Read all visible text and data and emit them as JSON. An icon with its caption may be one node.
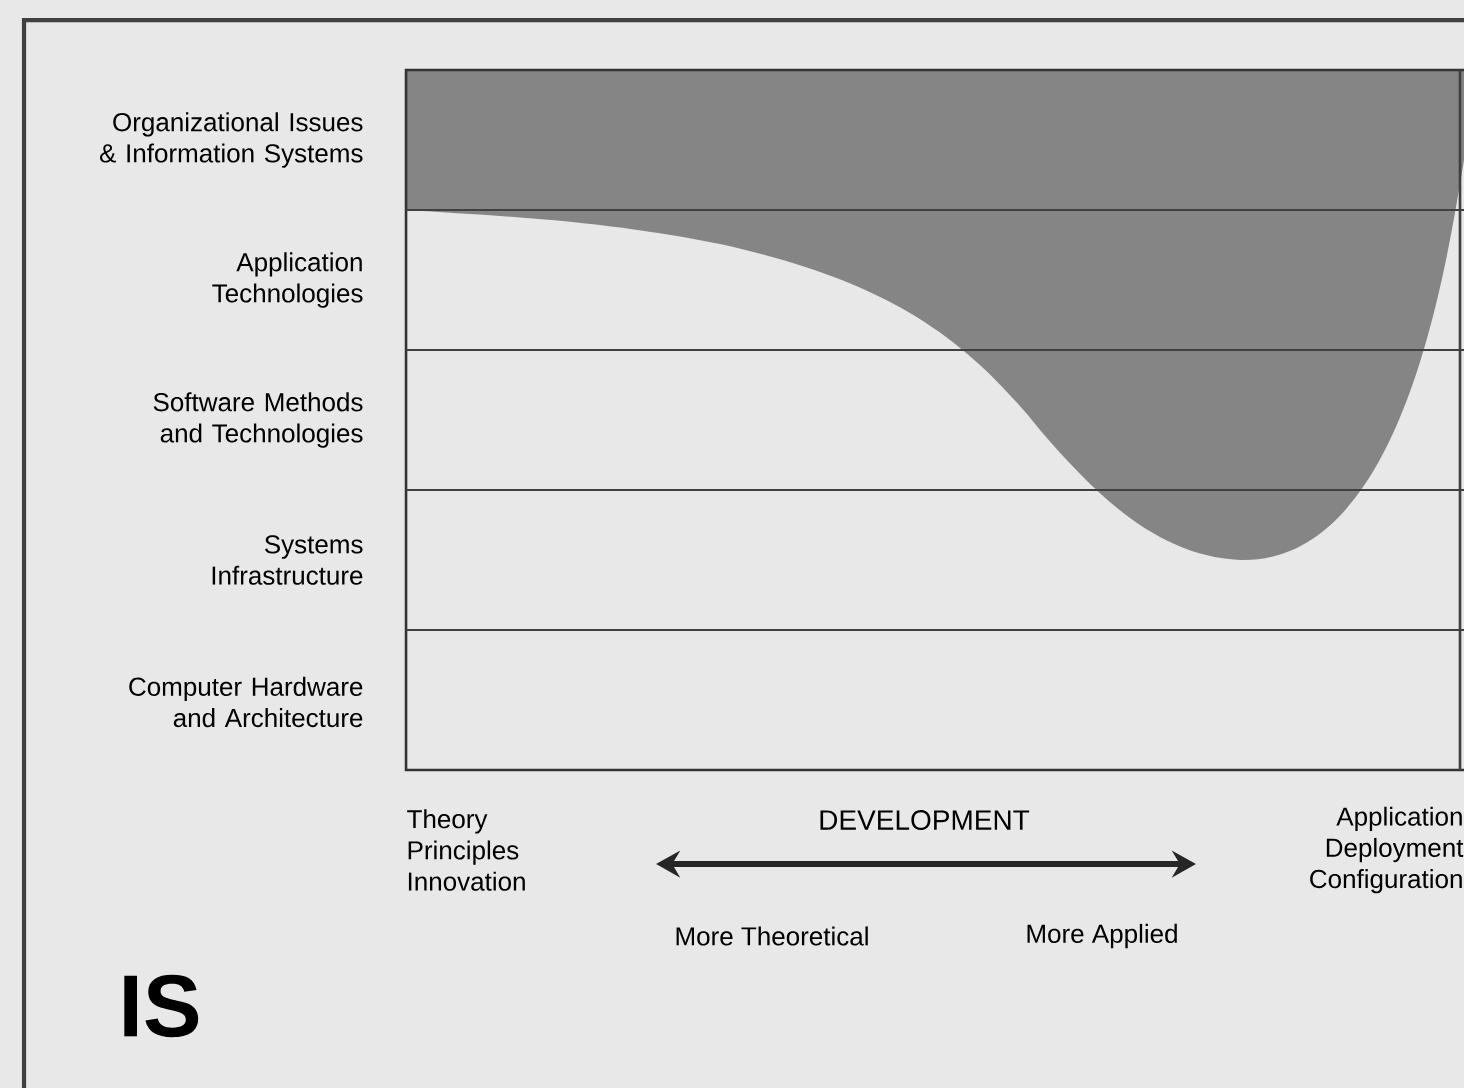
{
  "diagram": {
    "labels": [
      "Organizational Issues & Information Systems",
      "Application Technologies",
      "Software Methods and Technologies",
      "Systems Infrastructure",
      "Computer Hardware and Architecture",
      "Theory Principles Innovation",
      "DEVELOPMENT",
      "Application Deployment Configuration",
      "More Theoretical",
      "More Applied",
      "IS"
    ]
  }
}
